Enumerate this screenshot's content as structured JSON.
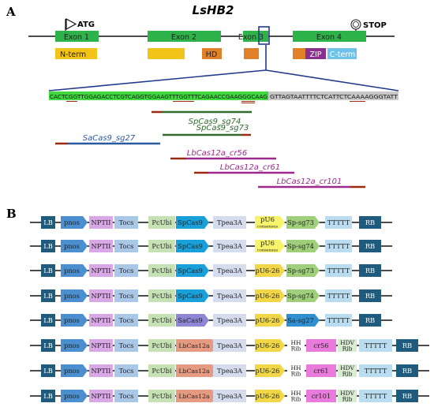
{
  "panel_a": {
    "letter": "A",
    "gene_title": "LsHB2",
    "start_label": "ATG",
    "stop_label": "STOP",
    "exons": [
      "Exon 1",
      "Exon 2",
      "Exon 3",
      "Exon 4"
    ],
    "domains": [
      "N-term",
      "HD",
      "ZIP",
      "C-term"
    ],
    "sequence": {
      "highlighted_part": "CACTCGGTTGGAGACCTCGTCAGGTGGAAGTTTGGTTTCAGAACCGAAGGGCAAG",
      "plain_part": "GTTAGTAATTTTCTCATTCTCAAAAGGGTATT"
    },
    "guides": [
      {
        "name": "SpCas9_sg73"
      },
      {
        "name": "SpCas9_sg74"
      },
      {
        "name": "SaCas9_sg27"
      },
      {
        "name": "LbCas12a_cr56"
      },
      {
        "name": "LbCas12a_cr61"
      },
      {
        "name": "LbCas12a_cr101"
      }
    ]
  },
  "panel_b": {
    "letter": "B",
    "constructs": [
      [
        "LB",
        "pnos",
        "NPTII",
        "Tocs",
        "PcUbi",
        "SpCas9",
        "Tpea3A",
        "pU6 consensus",
        "Sp-sg73",
        "TTTTT",
        "RB"
      ],
      [
        "LB",
        "pnos",
        "NPTII",
        "Tocs",
        "PcUbi",
        "SpCas9",
        "Tpea3A",
        "pU6 consensus",
        "Sp-sg74",
        "TTTTT",
        "RB"
      ],
      [
        "LB",
        "pnos",
        "NPTII",
        "Tocs",
        "PcUbi",
        "SpCas9",
        "Tpea3A",
        "pU6-26",
        "Sp-sg73",
        "TTTTT",
        "RB"
      ],
      [
        "LB",
        "pnos",
        "NPTII",
        "Tocs",
        "PcUbi",
        "SpCas9",
        "Tpea3A",
        "pU6-26",
        "Sp-sg74",
        "TTTTT",
        "RB"
      ],
      [
        "LB",
        "pnos",
        "NPTII",
        "Tocs",
        "PcUbi",
        "SaCas9",
        "Tpea3A",
        "pU6-26",
        "Sa-sg27",
        "TTTTT",
        "RB"
      ],
      [
        "LB",
        "pnos",
        "NPTII",
        "Tocs",
        "PcUbi",
        "LbCas12a",
        "Tpea3A",
        "pU6-26",
        "HH Rib",
        "cr56",
        "HDV Rib",
        "TTTTT",
        "RB"
      ],
      [
        "LB",
        "pnos",
        "NPTII",
        "Tocs",
        "PcUbi",
        "LbCas12a",
        "Tpea3A",
        "pU6-26",
        "HH Rib",
        "cr61",
        "HDV Rib",
        "TTTTT",
        "RB"
      ],
      [
        "LB",
        "pnos",
        "NPTII",
        "Tocs",
        "PcUbi",
        "LbCas12a",
        "Tpea3A",
        "pU6-26",
        "HH Rib",
        "cr101",
        "HDV Rib",
        "TTTTT",
        "RB"
      ]
    ]
  },
  "colors": {
    "exon": "#2db34a",
    "nterm": "#f2c318",
    "hd": "#e0812a",
    "zip": "#8a2f8e",
    "cterm": "#6ec1e8",
    "border_blue": "#223a8c",
    "lb_rb": "#1f5b7c",
    "pnos": "#4b8fd0",
    "nptii": "#d9a6e6",
    "tocs": "#a9c8e8",
    "pcubi": "#c6e2b5",
    "spcas9": "#1aa0d8",
    "sacas9": "#8f86d6",
    "lbcas12a": "#e59a82",
    "tpea3a": "#d5dcee",
    "pu6cons": "#f7f36a",
    "pu626": "#f1d648",
    "sg_sp": "#9fcf7a",
    "sg_sa": "#2f8fd0",
    "hdv": "#d8ecd2",
    "crrna": "#e87bdc",
    "ttttt": "#b9dcf0",
    "guide_sp": "#2e6b2c",
    "guide_sa": "#2a5a9e",
    "guide_lb": "#9c2a8c",
    "pam": "#9a2a10"
  }
}
